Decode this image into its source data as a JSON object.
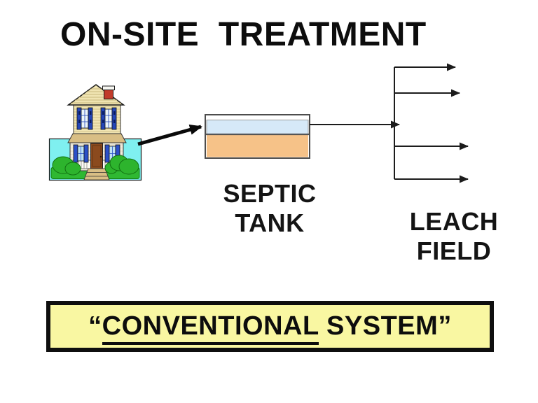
{
  "slide": {
    "title": "ON-SITE  TREATMENT"
  },
  "diagram": {
    "house_icon": "house-clipart",
    "septic_tank": {
      "label_line1": "SEPTIC",
      "label_line2": "TANK"
    },
    "leach_field": {
      "label_line1": "LEACH",
      "label_line2": "FIELD",
      "distribution_arrows": 4
    }
  },
  "banner": {
    "open_quote": "“",
    "underlined_text": "CONVENTIONAL",
    "rest_text": " SYSTEM",
    "close_quote": "”"
  },
  "colors": {
    "tank_upper_layer": "#D6E9F8",
    "tank_lower_layer": "#F6C288",
    "house_lot": "#7FF0F0",
    "banner_fill": "#F9F7A2",
    "line_color": "#1C1C1C"
  }
}
